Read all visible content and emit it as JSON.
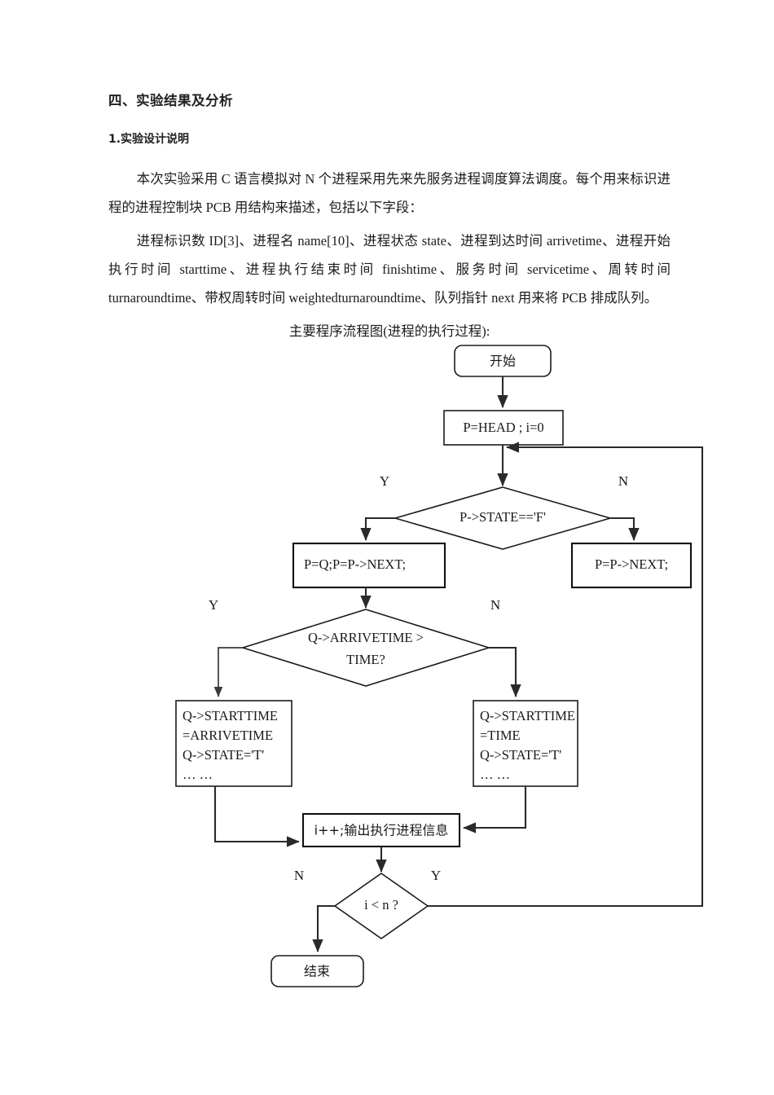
{
  "document": {
    "section_heading": "四、实验结果及分析",
    "sub_heading": "1.实验设计说明",
    "paragraphs": [
      "本次实验采用 C 语言模拟对 N 个进程采用先来先服务进程调度算法调度。每个用来标识进程的进程控制块 PCB 用结构来描述，包括以下字段：",
      "进程标识数 ID[3]、进程名 name[10]、进程状态 state、进程到达时间 arrivetime、进程开始执行时间 starttime、进程执行结束时间 finishtime、服务时间 servicetime、周转时间 turnaroundtime、带权周转时间 weightedturnaroundtime、队列指针 next 用来将 PCB 排成队列。"
    ],
    "figure_caption": "主要程序流程图(进程的执行过程):"
  },
  "flowchart": {
    "nodes": {
      "start": "开始",
      "init": "P=HEAD ; i=0",
      "decision_state": "P->STATE=='F'",
      "proc_pq": "P=Q;P=P->NEXT;",
      "proc_pnext": "P=P->NEXT;",
      "decision_arrivetime_line1": "Q->ARRIVETIME >",
      "decision_arrivetime_line2": "TIME?",
      "proc_left_line1": "Q->STARTTIME",
      "proc_left_line2": "=ARRIVETIME",
      "proc_left_line3": "Q->STATE='T'",
      "proc_left_line4": "…  …",
      "proc_right_line1": "Q->STARTTIME",
      "proc_right_line2": "=TIME",
      "proc_right_line3": "Q->STATE='T'",
      "proc_right_line4": "…  …",
      "output": "i++;输出执行进程信息",
      "decision_loop": "i < n ?",
      "end": "结束"
    },
    "branch_labels": {
      "state_yes": "Y",
      "state_no": "N",
      "arrivetime_yes": "Y",
      "arrivetime_no": "N",
      "loop_no": "N",
      "loop_yes": "Y"
    }
  }
}
